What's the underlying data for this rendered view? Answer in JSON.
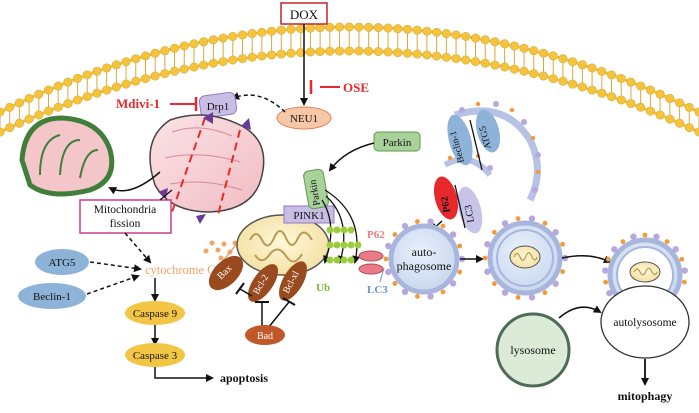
{
  "labels": {
    "dox": "DOX",
    "ose": "OSE",
    "mdivi": "Mdivi-1",
    "drp1": "Drp1",
    "neu1": "NEU1",
    "parkin_free": "Parkin",
    "parkin_bound": "Parkin",
    "pink1": "PINK1",
    "fission_line1": "Mitochondria",
    "fission_line2": "fission",
    "atg5": "ATG5",
    "beclin1_left": "Beclin-1",
    "cytochrome": "cytochrome C",
    "caspase9": "Caspase 9",
    "caspase3": "Caspase 3",
    "apoptosis": "apoptosis",
    "bax": "Bax",
    "bcl2": "Bcl-2",
    "bclxl": "Bcl-xl",
    "bad": "Bad",
    "ub": "Ub",
    "p62_left": "P62",
    "lc3_left": "LC3",
    "autophagosome_line1": "auto-",
    "autophagosome_line2": "phagosome",
    "beclin1_right": "Beclin-1",
    "atg5_right": "ATG5",
    "p62_right": "P62",
    "lc3_right": "LC3",
    "lysosome": "lysosome",
    "autolysosome": "autolysosome",
    "mitophagy": "mitophagy"
  },
  "colors": {
    "inhibitor_red": "#e8292b",
    "membrane_head": "#f5c43c",
    "mito_pink": "#f7d3d7",
    "mito_green": "#3f7f3a",
    "bax_brown": "#9a4a1f",
    "lavender": "#c9bde6",
    "caspase_yellow": "#f3c545",
    "fission_border": "#c83c8c",
    "blue_oval": "#8eb3d9",
    "cytochrome_orange": "#f5a26a",
    "ub_green": "#9ccc3d",
    "lysosome_fill": "#dcebd8"
  }
}
